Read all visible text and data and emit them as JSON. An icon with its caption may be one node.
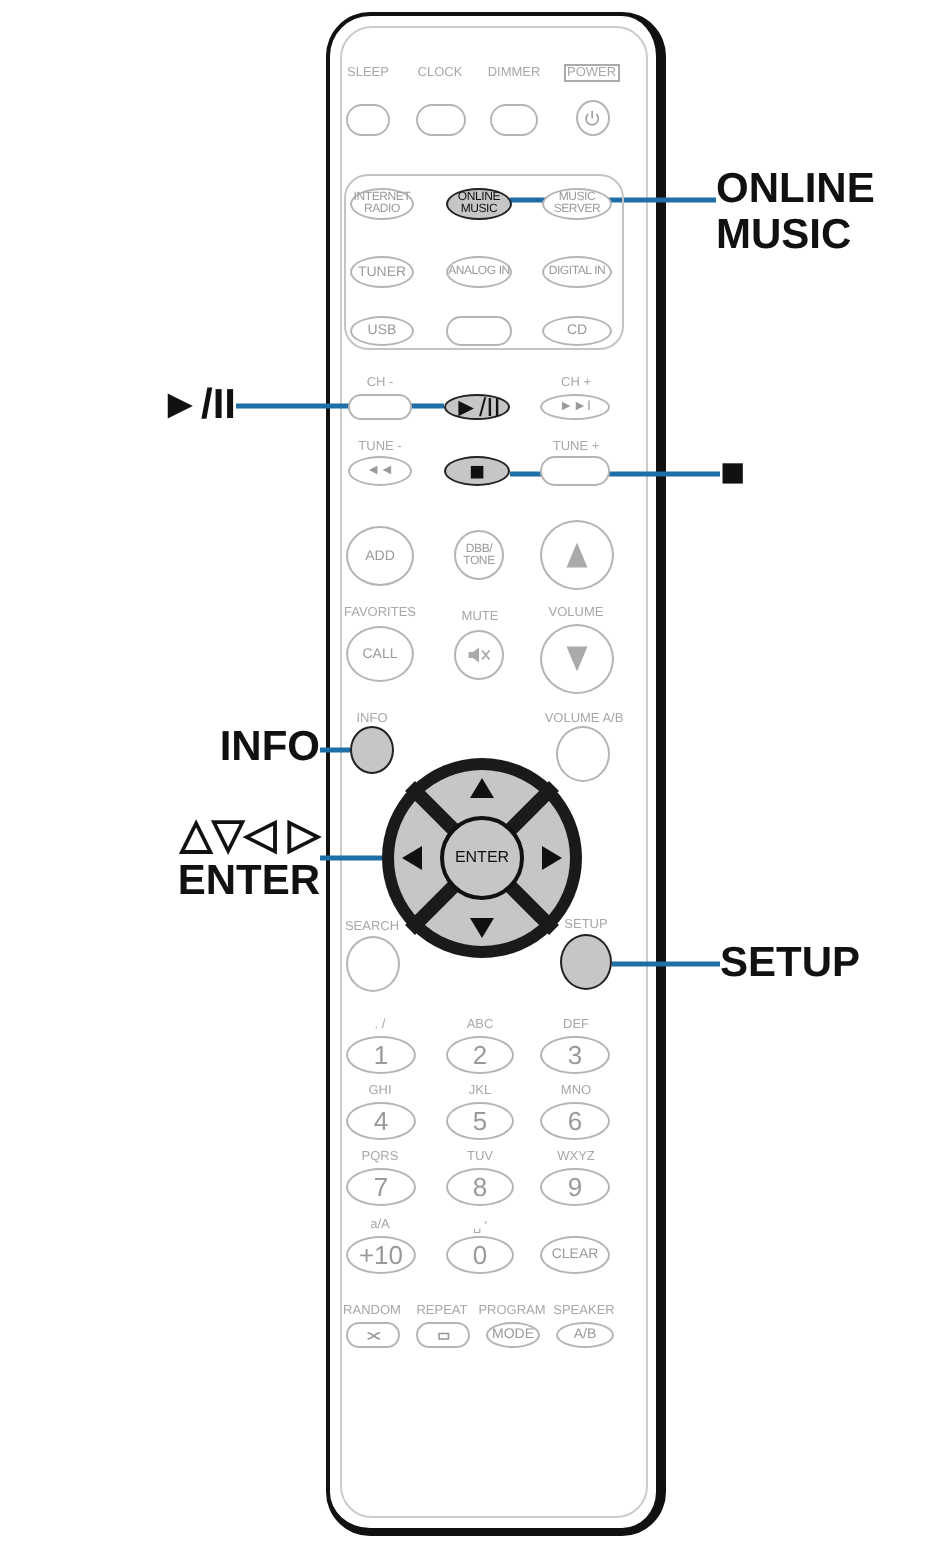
{
  "diagram": {
    "nodes": [
      {
        "text": [],
        "shape": "box",
        "beside": [
          "SLEEP"
        ]
      },
      {
        "text": [],
        "shape": "box",
        "beside": [
          "CLOCK"
        ]
      },
      {
        "text": [],
        "shape": "box",
        "beside": [
          "DIMMER"
        ]
      },
      {
        "text": [],
        "shape": "circle",
        "beside": [
          "POWER"
        ]
      },
      {
        "text": [],
        "shape": "box"
      },
      {
        "text": [
          "INTERNET RADIO"
        ],
        "in": 4
      },
      {
        "text": [
          "ONLINE MUSIC"
        ],
        "in": 4
      },
      {
        "text": [
          "MUSIC SERVER"
        ],
        "in": 4
      },
      {
        "text": [
          "TUNER"
        ],
        "in": 4
      },
      {
        "text": [
          "ANALOG IN"
        ],
        "in": 4
      },
      {
        "text": [
          "DIGITAL IN"
        ],
        "in": 4
      },
      {
        "text": [
          "USB"
        ],
        "in": 4
      },
      {
        "text": [],
        "shape": "box",
        "in": 4
      },
      {
        "text": [
          "CD"
        ],
        "in": 4
      },
      {
        "text": [],
        "shape": "box",
        "beside": [
          "CH -"
        ]
      },
      {
        "text": [
          "►/II"
        ]
      },
      {
        "text": [
          "►►I"
        ],
        "beside": [
          "CH +"
        ]
      },
      {
        "text": [
          "◄◄"
        ],
        "beside": [
          "TUNE -"
        ]
      },
      {
        "text": [
          "■"
        ]
      },
      {
        "text": [],
        "shape": "box",
        "beside": [
          "TUNE +"
        ]
      },
      {
        "text": [
          "ADD"
        ]
      },
      {
        "text": [
          "DBB/ TONE"
        ]
      },
      {
        "text": [],
        "shape": "circle"
      },
      {
        "text": [
          "CALL"
        ],
        "beside": [
          "FAVORITES"
        ]
      },
      {
        "text": [],
        "shape": "circle",
        "beside": [
          "MUTE"
        ]
      },
      {
        "text": [],
        "shape": "circle",
        "beside": [
          "VOLUME"
        ]
      },
      {
        "text": [],
        "shape": "circle",
        "beside": [
          "INFO"
        ]
      },
      {
        "text": [],
        "shape": "circle",
        "beside": [
          "VOLUME A/B"
        ]
      },
      {
        "text": [],
        "shape": "circle"
      },
      {
        "text": [
          "ENTER"
        ],
        "in": 28
      },
      {
        "text": [],
        "shape": "circle",
        "beside": [
          "SEARCH"
        ]
      },
      {
        "text": [],
        "shape": "circle",
        "beside": [
          "SETUP"
        ]
      },
      {
        "text": [
          "1"
        ],
        "beside": [
          ". /"
        ]
      },
      {
        "text": [
          "2"
        ],
        "beside": [
          "ABC"
        ]
      },
      {
        "text": [
          "3"
        ],
        "beside": [
          "DEF"
        ]
      },
      {
        "text": [
          "4"
        ],
        "beside": [
          "GHI"
        ]
      },
      {
        "text": [
          "5"
        ],
        "beside": [
          "JKL"
        ]
      },
      {
        "text": [
          "6"
        ],
        "beside": [
          "MNO"
        ]
      },
      {
        "text": [
          "7"
        ],
        "beside": [
          "PQRS"
        ]
      },
      {
        "text": [
          "8"
        ],
        "beside": [
          "TUV"
        ]
      },
      {
        "text": [
          "9"
        ],
        "beside": [
          "WXYZ"
        ]
      },
      {
        "text": [
          "+10"
        ],
        "beside": [
          "a/A"
        ]
      },
      {
        "text": [
          "0"
        ],
        "beside": [
          "␣ '"
        ]
      },
      {
        "text": [
          "CLEAR"
        ]
      },
      {
        "text": [],
        "shape": "box",
        "beside": [
          "RANDOM"
        ]
      },
      {
        "text": [],
        "shape": "box",
        "beside": [
          "REPEAT"
        ]
      },
      {
        "text": [
          "MODE"
        ],
        "beside": [
          "PROGRAM"
        ]
      },
      {
        "text": [
          "A/B"
        ],
        "beside": [
          "SPEAKER"
        ]
      },
      {
        "text": [
          "ONLINE MUSIC"
        ]
      },
      {
        "text": [
          "►/II"
        ]
      },
      {
        "text": [
          "■"
        ]
      },
      {
        "text": [
          "INFO"
        ]
      },
      {
        "text": [
          "△▽◁ ▷ ENTER"
        ]
      },
      {
        "text": [
          "SETUP"
        ]
      }
    ],
    "edges": [
      {
        "from": 48,
        "to": 6,
        "arrow": "none"
      },
      {
        "from": 49,
        "to": 15,
        "arrow": "none"
      },
      {
        "from": 50,
        "to": 18,
        "arrow": "none"
      },
      {
        "from": 51,
        "to": 26,
        "arrow": "none"
      },
      {
        "from": 52,
        "to": 28,
        "arrow": "none"
      },
      {
        "from": 53,
        "to": 31,
        "arrow": "none"
      }
    ]
  }
}
